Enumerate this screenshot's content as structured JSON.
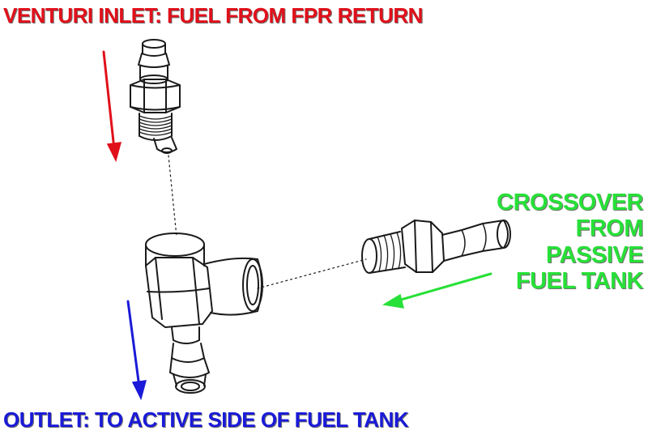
{
  "labels": {
    "inlet": "VENTURI INLET: FUEL FROM FPR RETURN",
    "outlet": "OUTLET: TO ACTIVE SIDE OF FUEL TANK",
    "crossover": [
      "CROSSOVER",
      "FROM",
      "PASSIVE",
      "FUEL TANK"
    ]
  },
  "colors": {
    "inlet": "#e0101a",
    "outlet": "#1a1ad8",
    "crossover": "#27e038",
    "linework": "#1a1a1a"
  },
  "parts": [
    "venturi-inlet-fitting",
    "tee-body",
    "crossover-fitting"
  ],
  "icons": [
    "inlet-flow-arrow",
    "outlet-flow-arrow",
    "crossover-flow-arrow"
  ]
}
